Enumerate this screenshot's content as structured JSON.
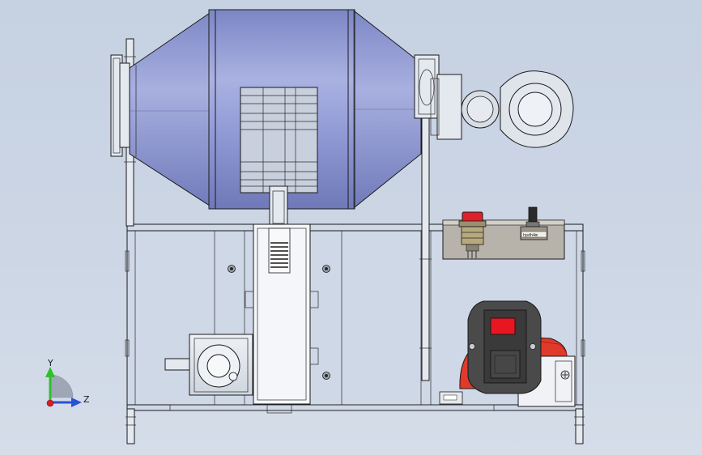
{
  "viewport": {
    "background_top": "#c6d1e2",
    "background_bottom": "#d5dde9"
  },
  "drum": {
    "color": "#8892cf",
    "highlight": "#aab2e2",
    "shadow": "#6f79b8"
  },
  "switch_panel": {
    "button_color": "#e0202a",
    "potentiometer_label": "hpdh4m"
  },
  "power_inlet": {
    "switch_color": "#e81620",
    "body_color": "#4a4a4a",
    "fan_color": "#e23a2a"
  },
  "axis_triad": {
    "y_label": "Y",
    "z_label": "Z",
    "y_color": "#2fbf2f",
    "z_color": "#2a52d6",
    "x_color": "#d42020"
  }
}
